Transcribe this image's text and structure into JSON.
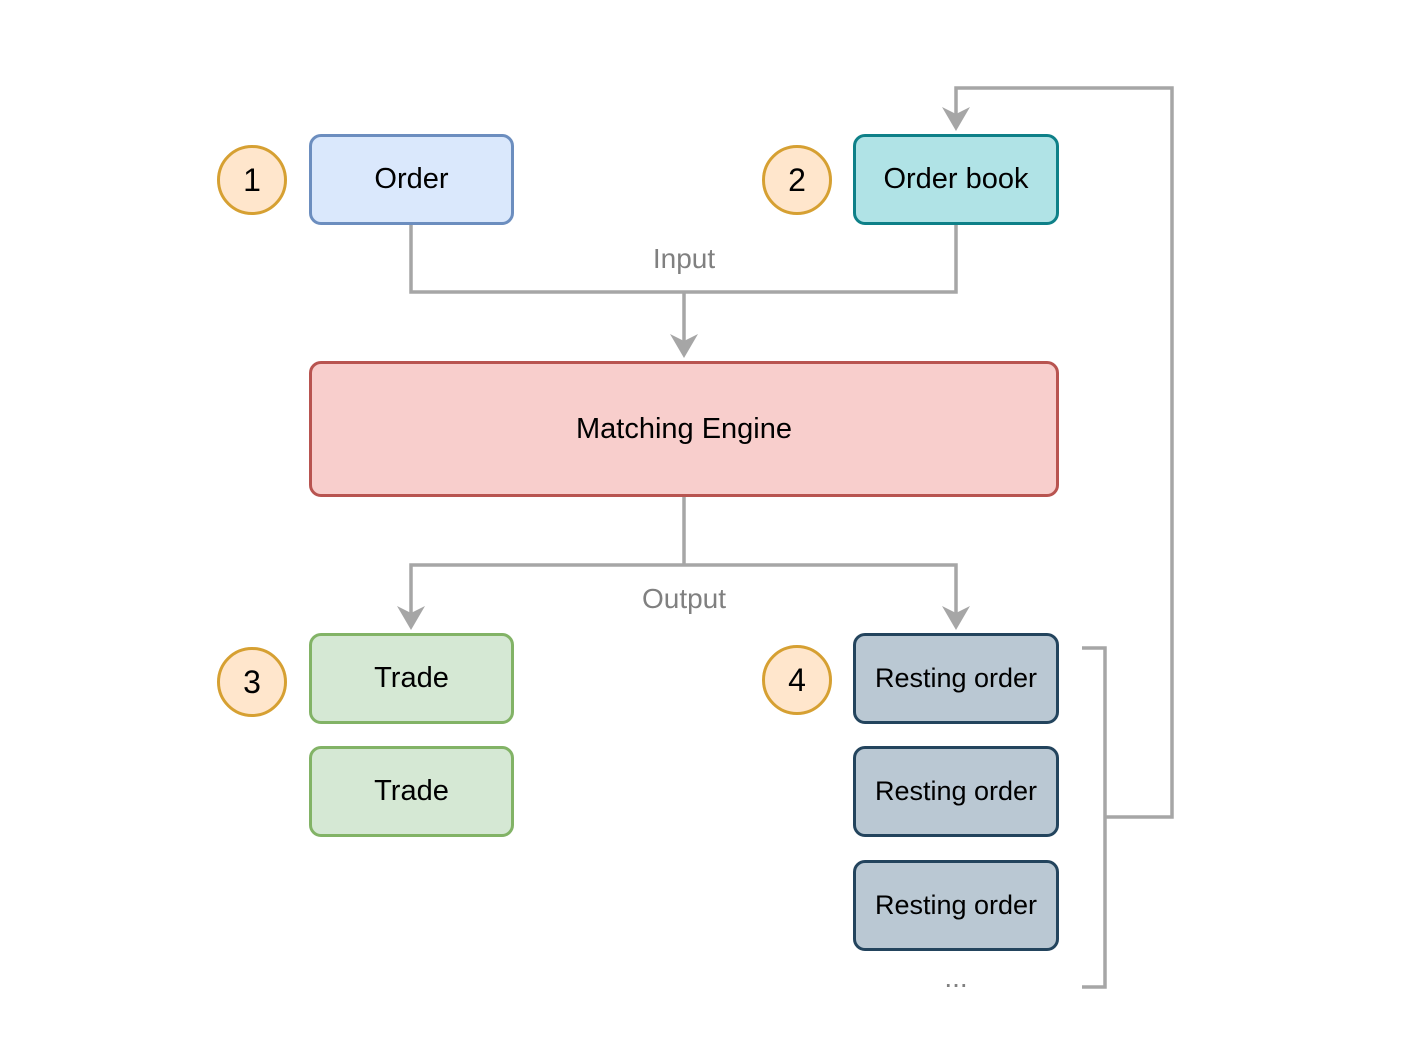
{
  "nodes": {
    "order": "Order",
    "order_book": "Order book",
    "matching_engine": "Matching Engine",
    "trades": [
      "Trade",
      "Trade"
    ],
    "resting_orders": [
      "Resting order",
      "Resting order",
      "Resting order"
    ],
    "more": "..."
  },
  "badges": [
    "1",
    "2",
    "3",
    "4"
  ],
  "edge_labels": {
    "input": "Input",
    "output": "Output"
  },
  "colors": {
    "connector": "#a6a6a6",
    "order_fill": "#dae8fc",
    "order_stroke": "#6c8ebf",
    "order_book_fill": "#b0e3e6",
    "order_book_stroke": "#0e8088",
    "engine_fill": "#f8cecc",
    "engine_stroke": "#b85450",
    "trade_fill": "#d5e8d4",
    "trade_stroke": "#82b366",
    "resting_fill": "#bac8d3",
    "resting_stroke": "#23445d",
    "badge_fill": "#ffe6cc",
    "badge_stroke": "#d6a032"
  }
}
